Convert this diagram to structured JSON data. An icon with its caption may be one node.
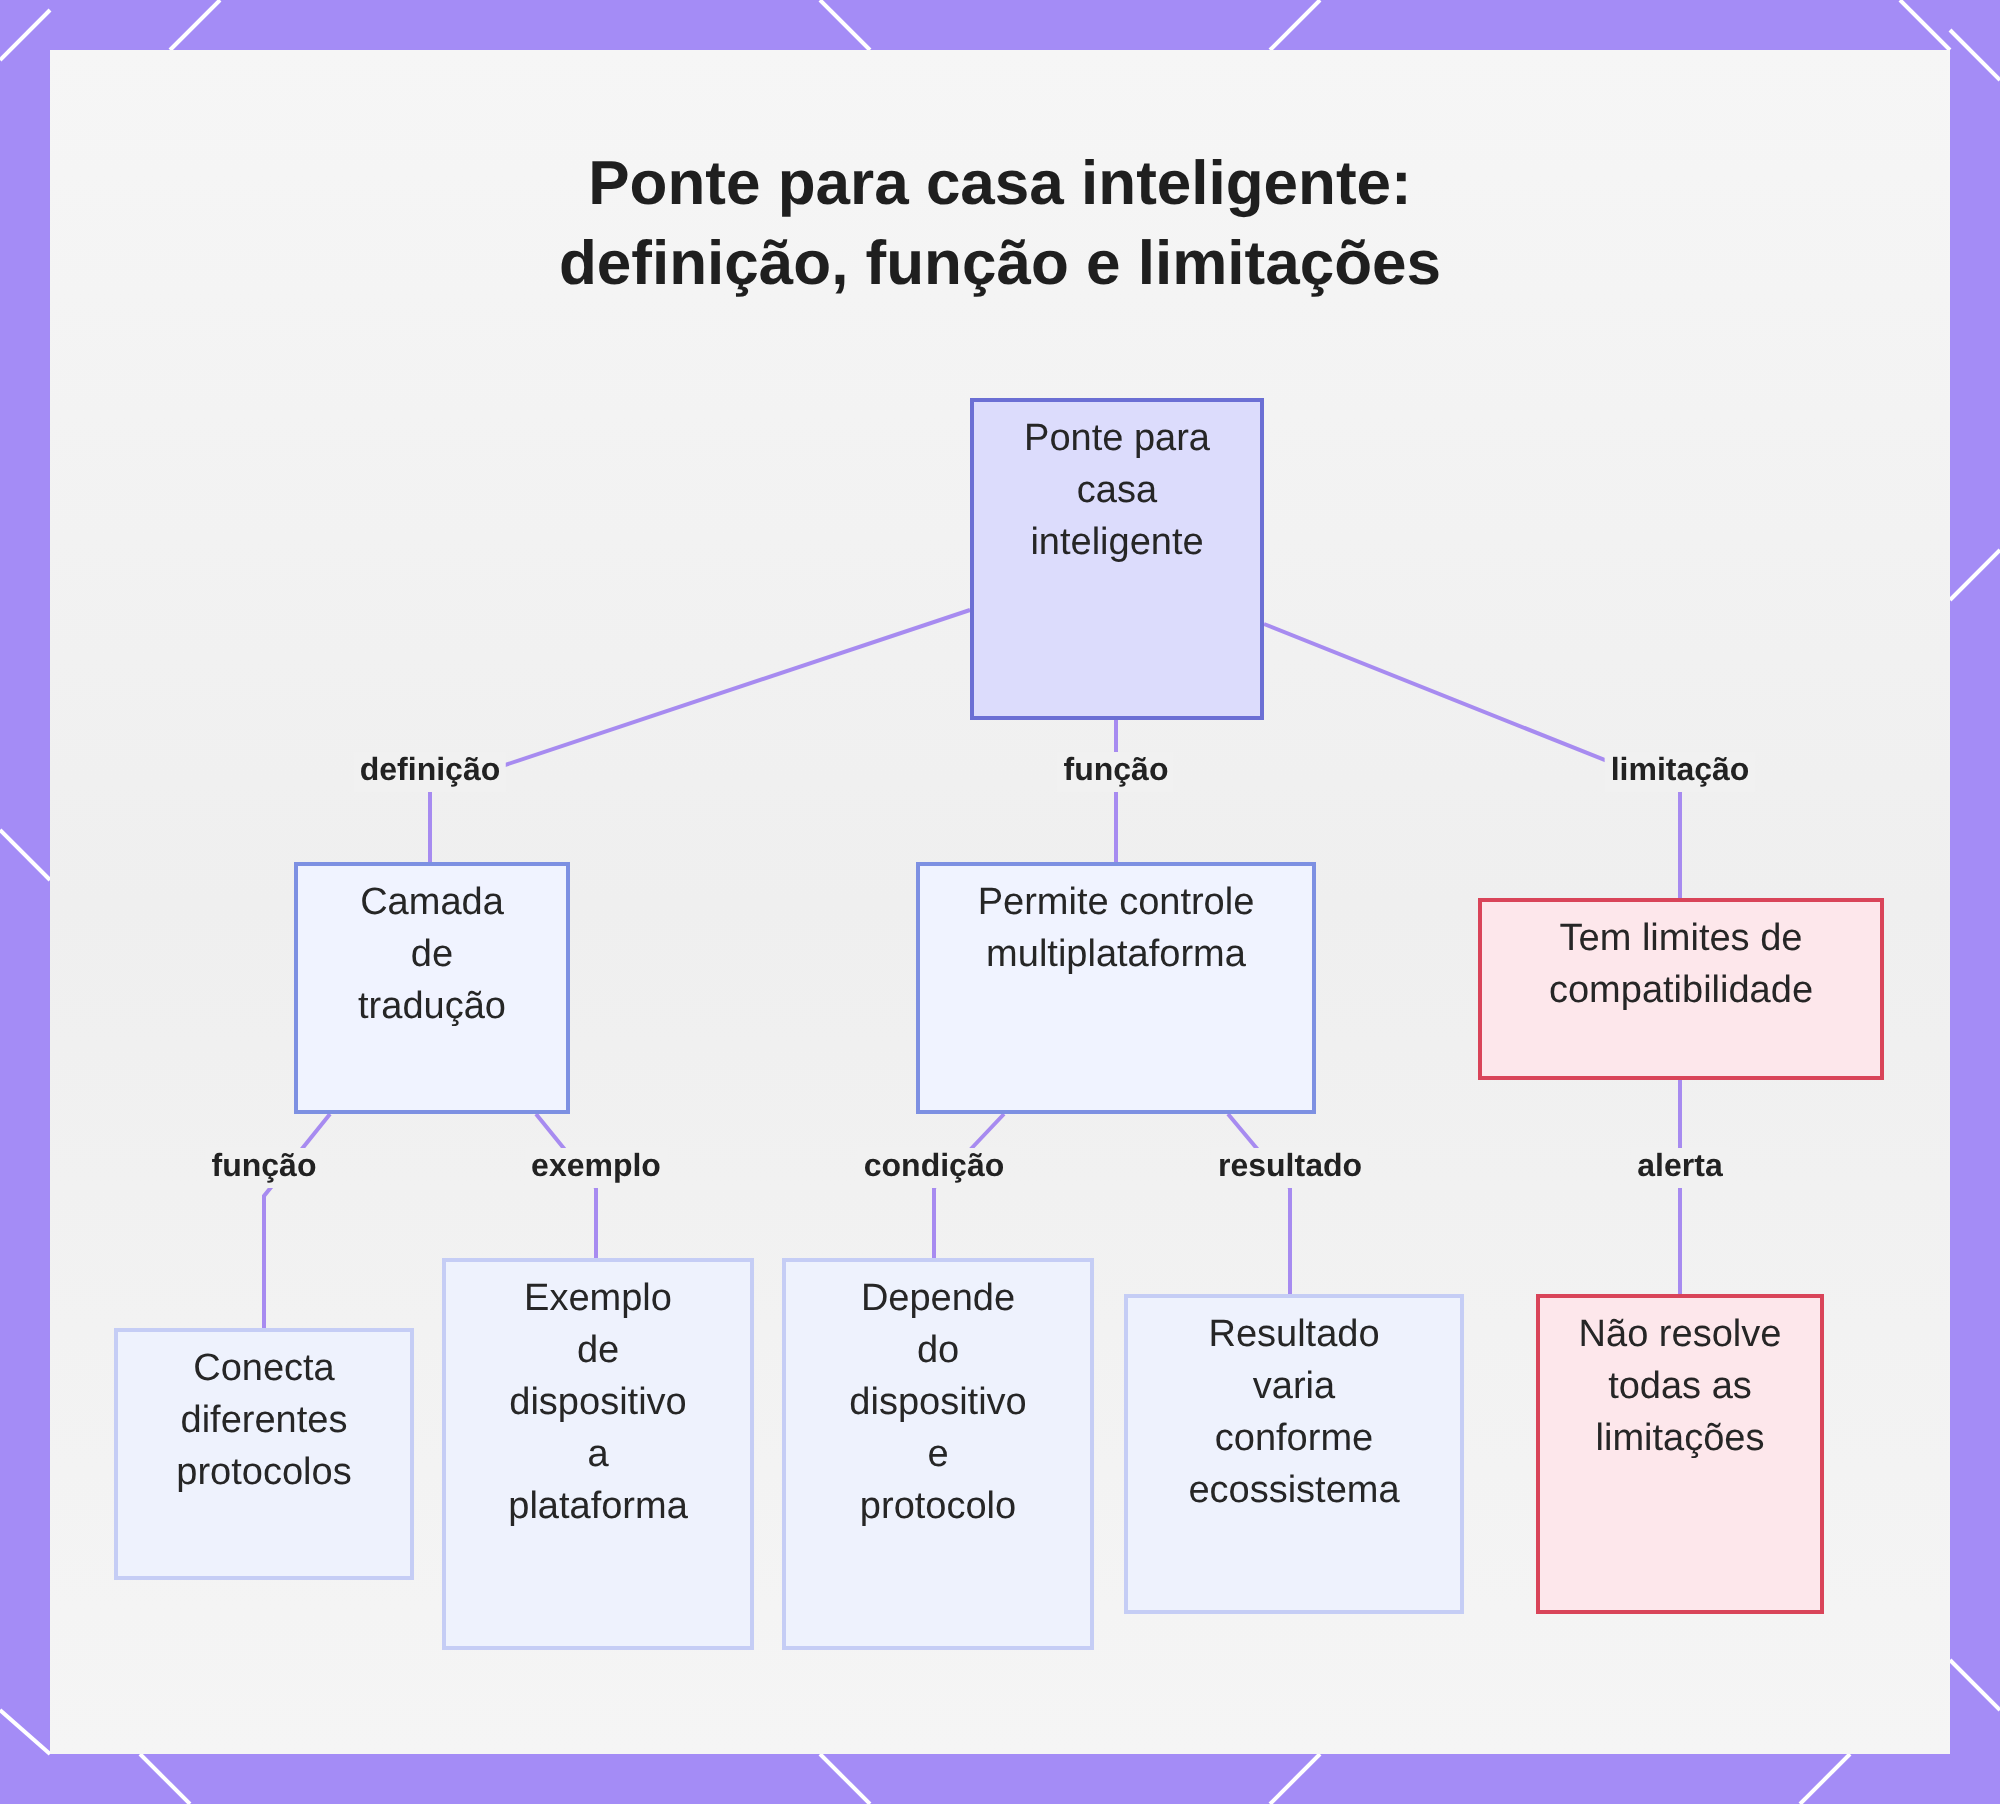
{
  "diagram": {
    "title": "Ponte para casa inteligente: definição, função e limitações",
    "nodes": [
      {
        "text": [
          "Ponte para casa inteligente"
        ]
      },
      {
        "text": [
          "Camada de tradução"
        ]
      },
      {
        "text": [
          "Permite controle multiplataforma"
        ]
      },
      {
        "text": [
          "Tem limites de compatibilidade"
        ]
      },
      {
        "text": [
          "Conecta diferentes protocolos"
        ]
      },
      {
        "text": [
          "Exemplo de dispositivo a plataforma"
        ]
      },
      {
        "text": [
          "Depende do dispositivo e protocolo"
        ]
      },
      {
        "text": [
          "Resultado varia conforme ecossistema"
        ]
      },
      {
        "text": [
          "Não resolve todas as limitações"
        ]
      }
    ],
    "edges": [
      {
        "from": 0,
        "to": 1,
        "arrow": "none",
        "label": "definição"
      },
      {
        "from": 0,
        "to": 2,
        "arrow": "none",
        "label": "função"
      },
      {
        "from": 0,
        "to": 3,
        "arrow": "none",
        "label": "limitação"
      },
      {
        "from": 1,
        "to": 4,
        "arrow": "none",
        "label": "função"
      },
      {
        "from": 1,
        "to": 5,
        "arrow": "none",
        "label": "exemplo"
      },
      {
        "from": 2,
        "to": 6,
        "arrow": "none",
        "label": "condição"
      },
      {
        "from": 2,
        "to": 7,
        "arrow": "none",
        "label": "resultado"
      },
      {
        "from": 3,
        "to": 8,
        "arrow": "none",
        "label": "alerta"
      }
    ]
  }
}
